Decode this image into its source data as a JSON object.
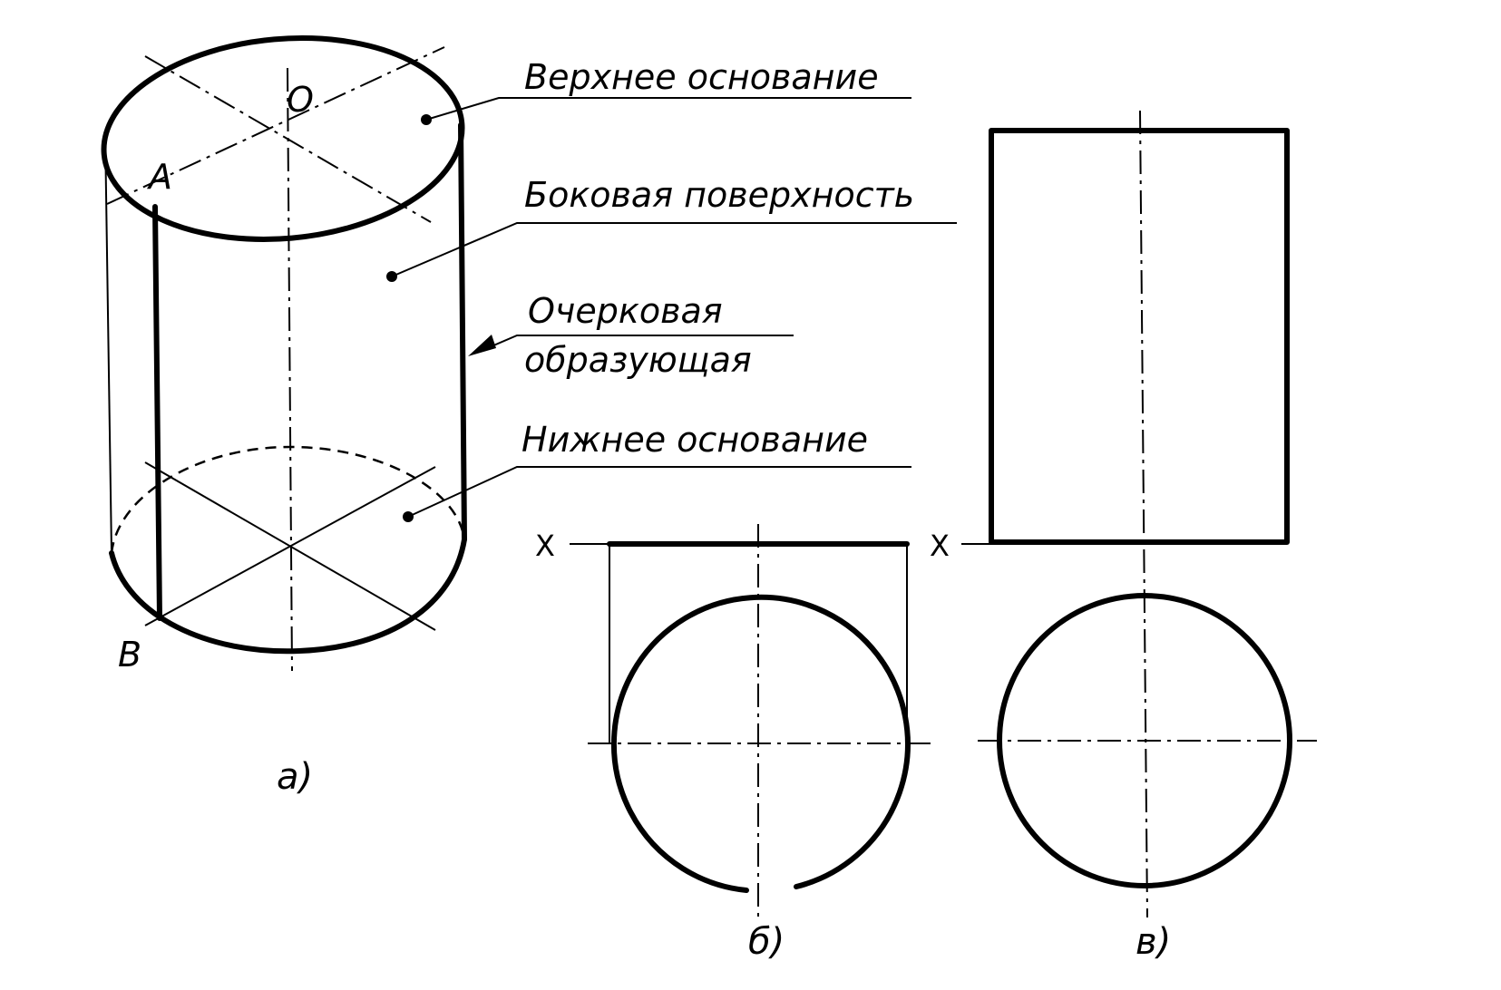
{
  "labels": {
    "top_base": "Верхнее основание",
    "lateral_surface": "Боковая поверхность",
    "outline_generatrix_line1": "Очерковая",
    "outline_generatrix_line2": "образующая",
    "bottom_base": "Нижнее основание",
    "point_o": "O",
    "point_a": "A",
    "point_b": "B",
    "axis_x_b": "X",
    "axis_x_v": "X"
  },
  "captions": {
    "a": "а)",
    "b": "б)",
    "v": "в)"
  }
}
